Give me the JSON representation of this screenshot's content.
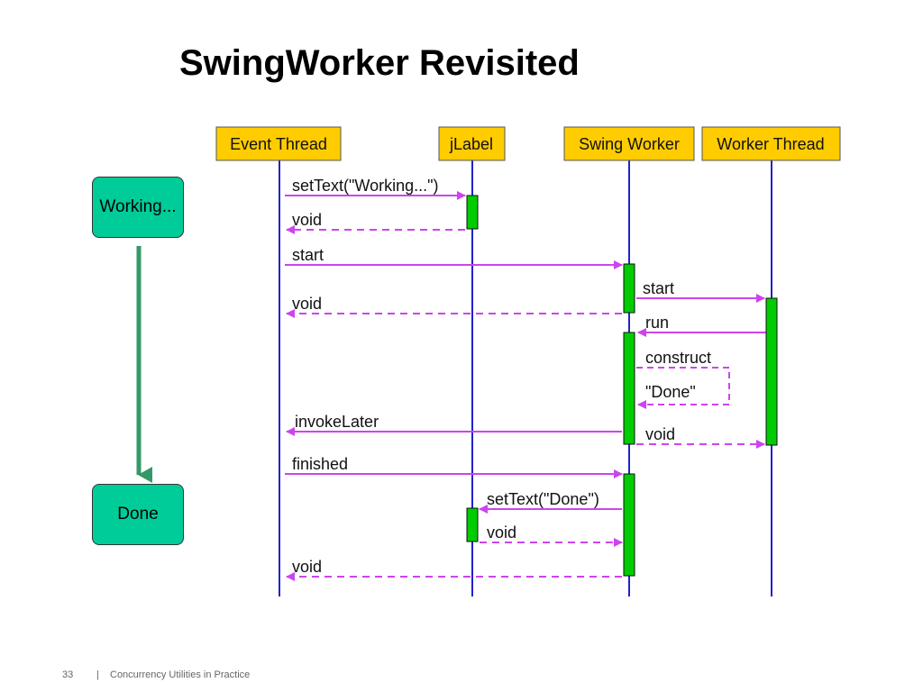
{
  "slide": {
    "title": "SwingWorker Revisited",
    "page_number": "33",
    "separator": "|",
    "footer_text": "Concurrency Utilities in Practice"
  },
  "states": {
    "working": "Working...",
    "done": "Done"
  },
  "colors": {
    "lane_header": "#ffcc00",
    "lifeline": "#2222cc",
    "activation": "#00cc00",
    "message": "#cc44ee",
    "state_box": "#00cc99",
    "state_arrow": "#339966"
  },
  "diagram": {
    "lanes": [
      "Event Thread",
      "jLabel",
      "Swing Worker",
      "Worker Thread"
    ],
    "messages": [
      {
        "label": "setText(\"Working...\")",
        "from": "Event Thread",
        "to": "jLabel",
        "kind": "call"
      },
      {
        "label": "void",
        "from": "jLabel",
        "to": "Event Thread",
        "kind": "return"
      },
      {
        "label": "start",
        "from": "Event Thread",
        "to": "Swing Worker",
        "kind": "call"
      },
      {
        "label": "start",
        "from": "Swing Worker",
        "to": "Worker Thread",
        "kind": "call"
      },
      {
        "label": "void",
        "from": "Swing Worker",
        "to": "Event Thread",
        "kind": "return"
      },
      {
        "label": "run",
        "from": "Worker Thread",
        "to": "Swing Worker",
        "kind": "call"
      },
      {
        "label": "construct",
        "from": "Swing Worker",
        "to": "Swing Worker",
        "kind": "self-call"
      },
      {
        "label": "\"Done\"",
        "from": "Swing Worker",
        "to": "Swing Worker",
        "kind": "self-return"
      },
      {
        "label": "invokeLater",
        "from": "Swing Worker",
        "to": "Event Thread",
        "kind": "call"
      },
      {
        "label": "void",
        "from": "Swing Worker",
        "to": "Worker Thread",
        "kind": "return"
      },
      {
        "label": "finished",
        "from": "Event Thread",
        "to": "Swing Worker",
        "kind": "call"
      },
      {
        "label": "setText(\"Done\")",
        "from": "Swing Worker",
        "to": "jLabel",
        "kind": "call"
      },
      {
        "label": "void",
        "from": "jLabel",
        "to": "Swing Worker",
        "kind": "return"
      },
      {
        "label": "void",
        "from": "Swing Worker",
        "to": "Event Thread",
        "kind": "return"
      }
    ]
  }
}
